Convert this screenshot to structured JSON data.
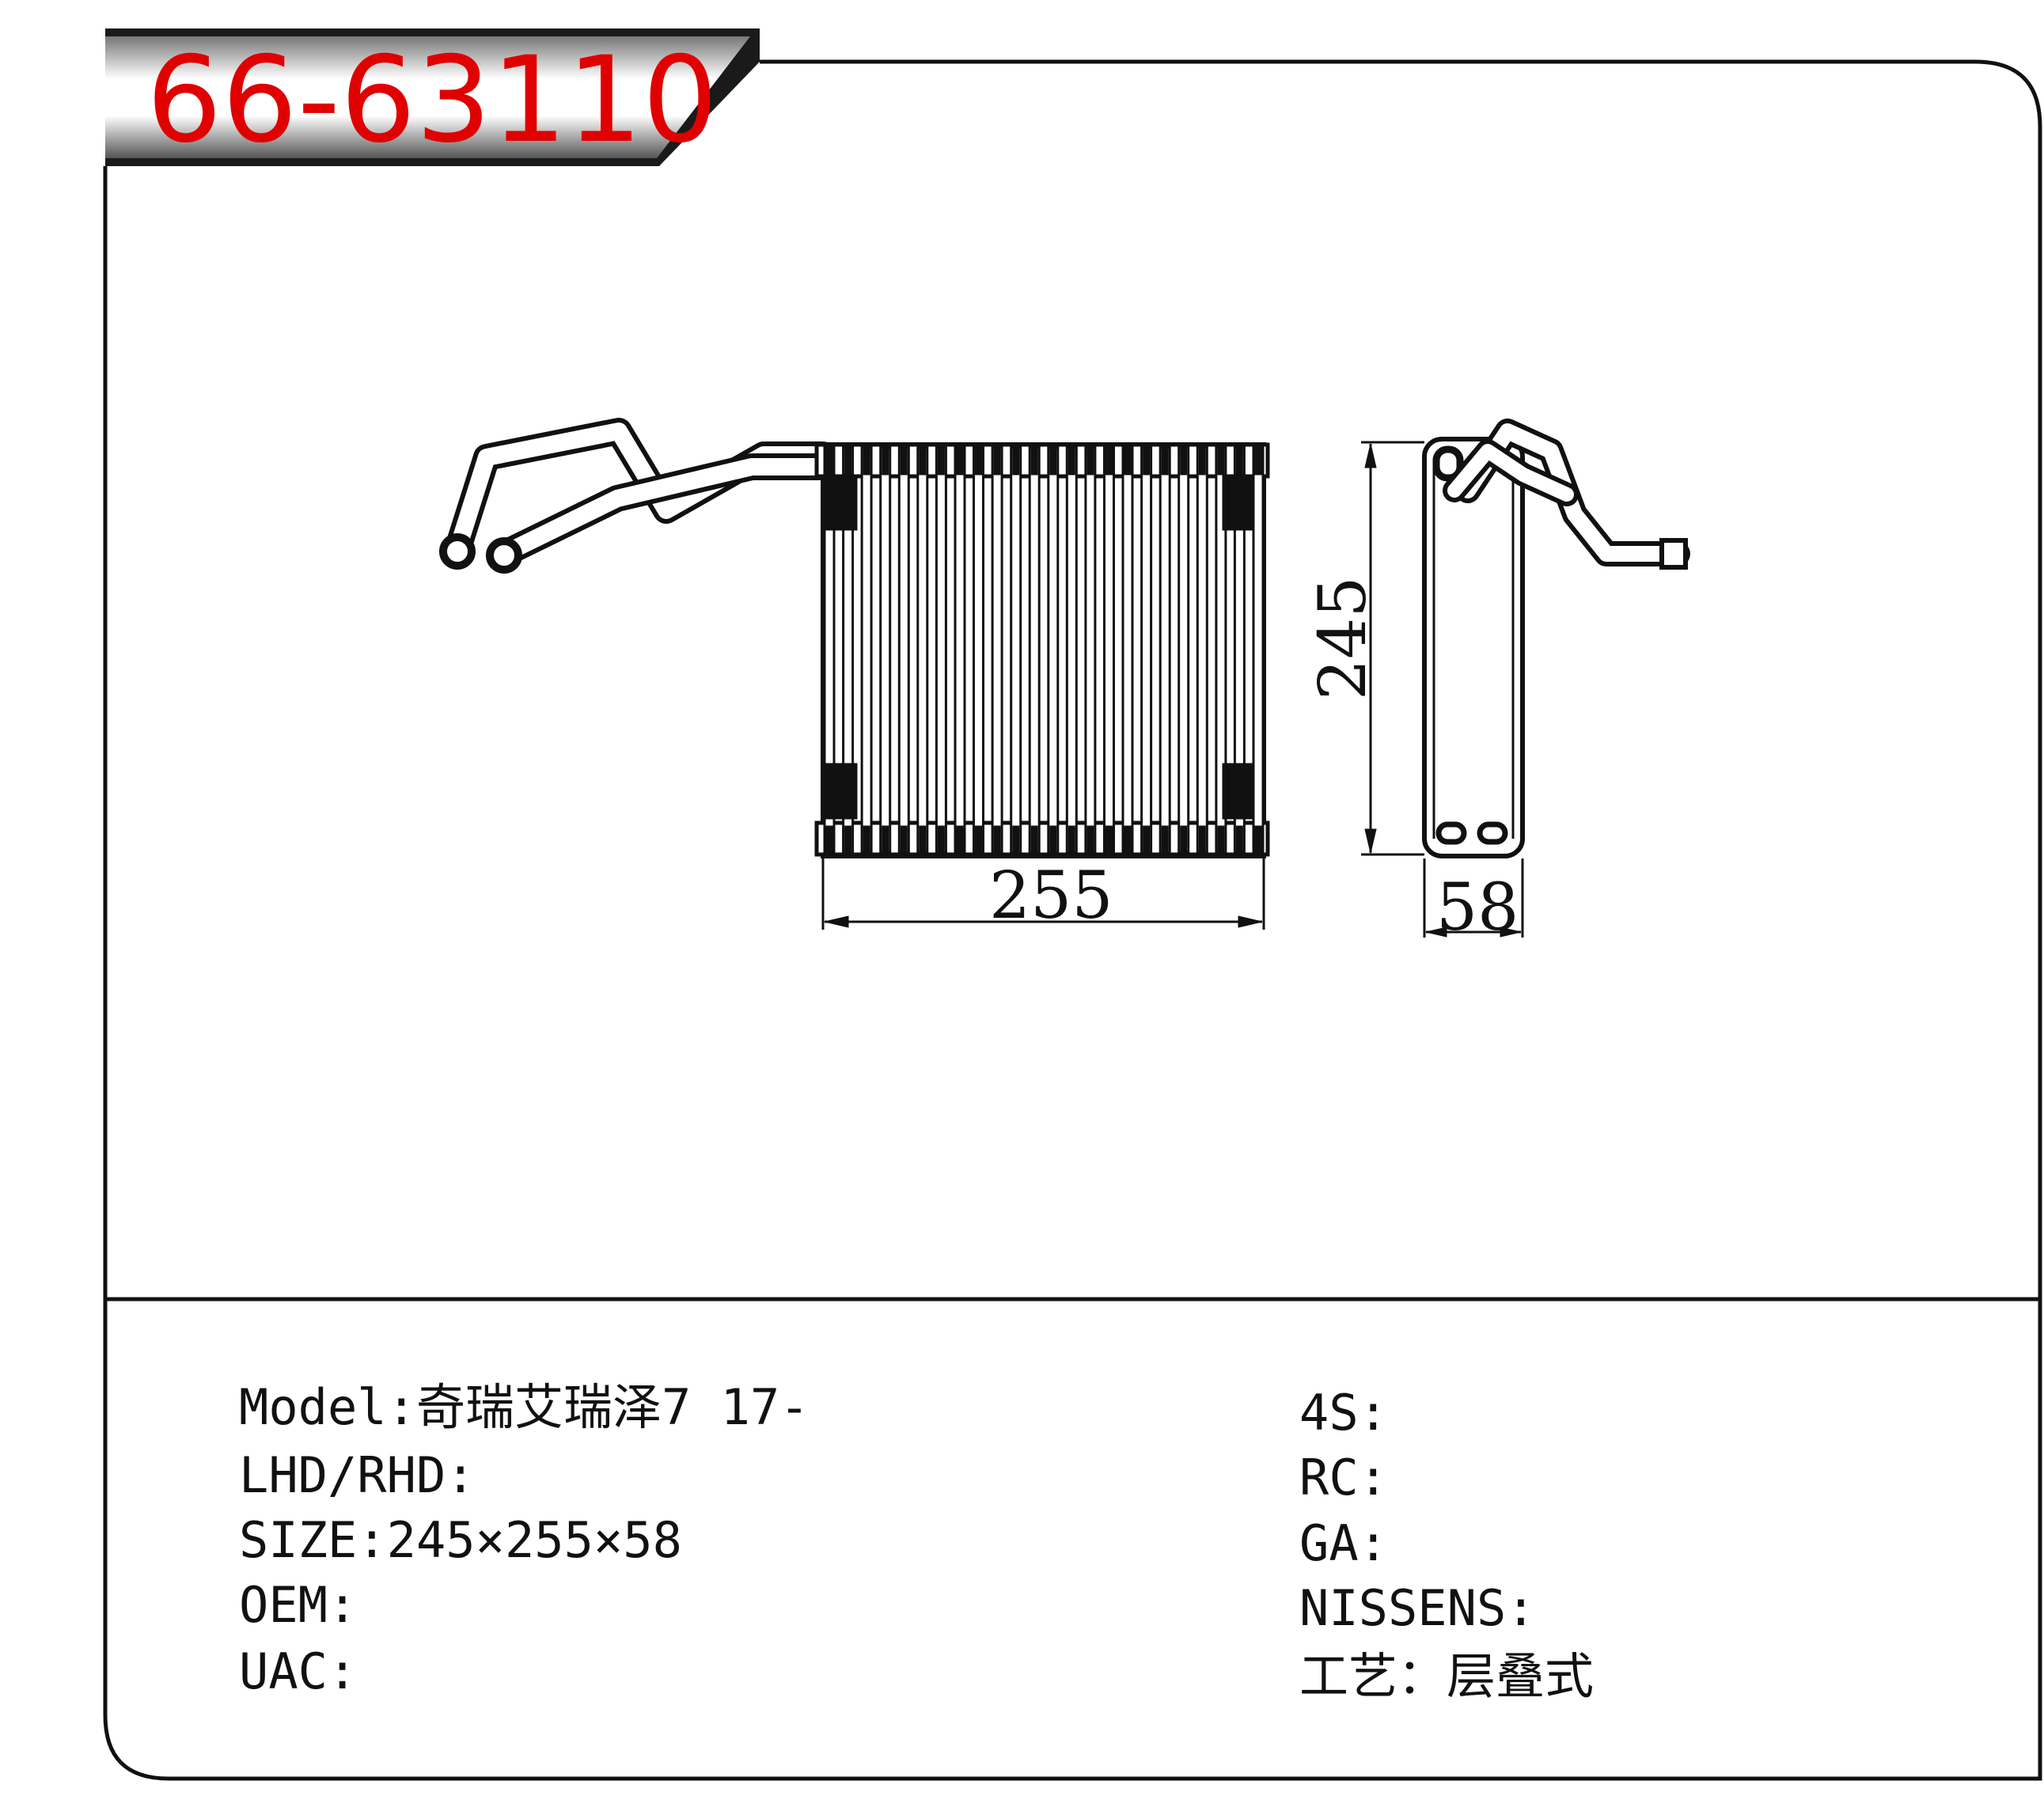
{
  "header": {
    "part_code": "66-63110"
  },
  "drawing": {
    "dim_width": "255",
    "dim_height": "245",
    "dim_depth": "58"
  },
  "specs_left": [
    {
      "label": "Model:",
      "value": "奇瑞艾瑞泽7 17-"
    },
    {
      "label": "LHD/RHD:",
      "value": ""
    },
    {
      "label": "SIZE:",
      "value": "245×255×58"
    },
    {
      "label": "OEM:",
      "value": ""
    },
    {
      "label": "UAC:",
      "value": ""
    }
  ],
  "specs_right": [
    {
      "label": "4S:",
      "value": ""
    },
    {
      "label": "RC:",
      "value": ""
    },
    {
      "label": "GA:",
      "value": ""
    },
    {
      "label": "NISSENS:",
      "value": ""
    },
    {
      "label": "工艺：",
      "value": "层叠式"
    }
  ],
  "colors": {
    "code": "#e00000",
    "line": "#111111"
  }
}
